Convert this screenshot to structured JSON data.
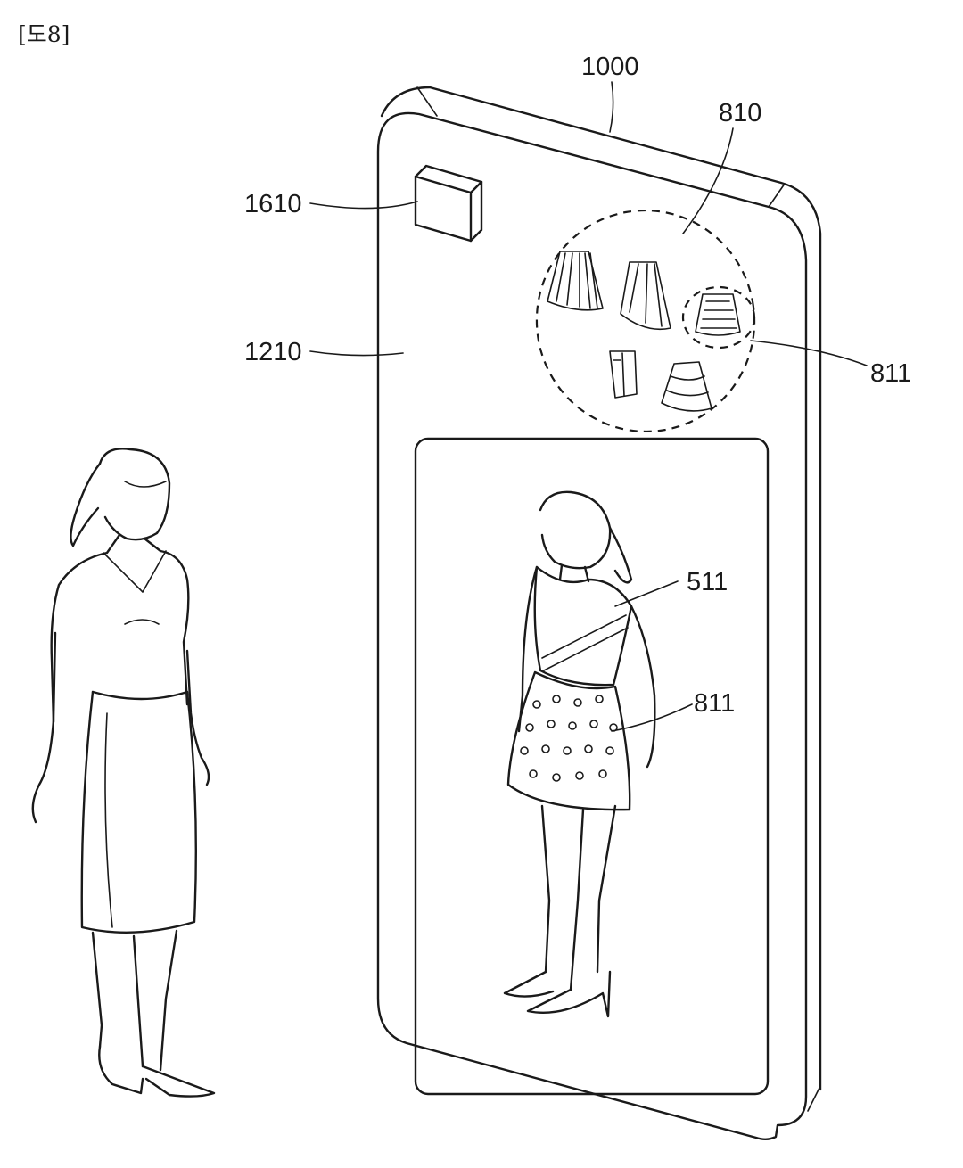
{
  "figure": {
    "header": "[도8]",
    "labels": {
      "device": "1000",
      "catalog": "810",
      "camera": "1610",
      "display": "1210",
      "selected_item": "811",
      "top_garment": "511",
      "applied_item": "811"
    }
  }
}
